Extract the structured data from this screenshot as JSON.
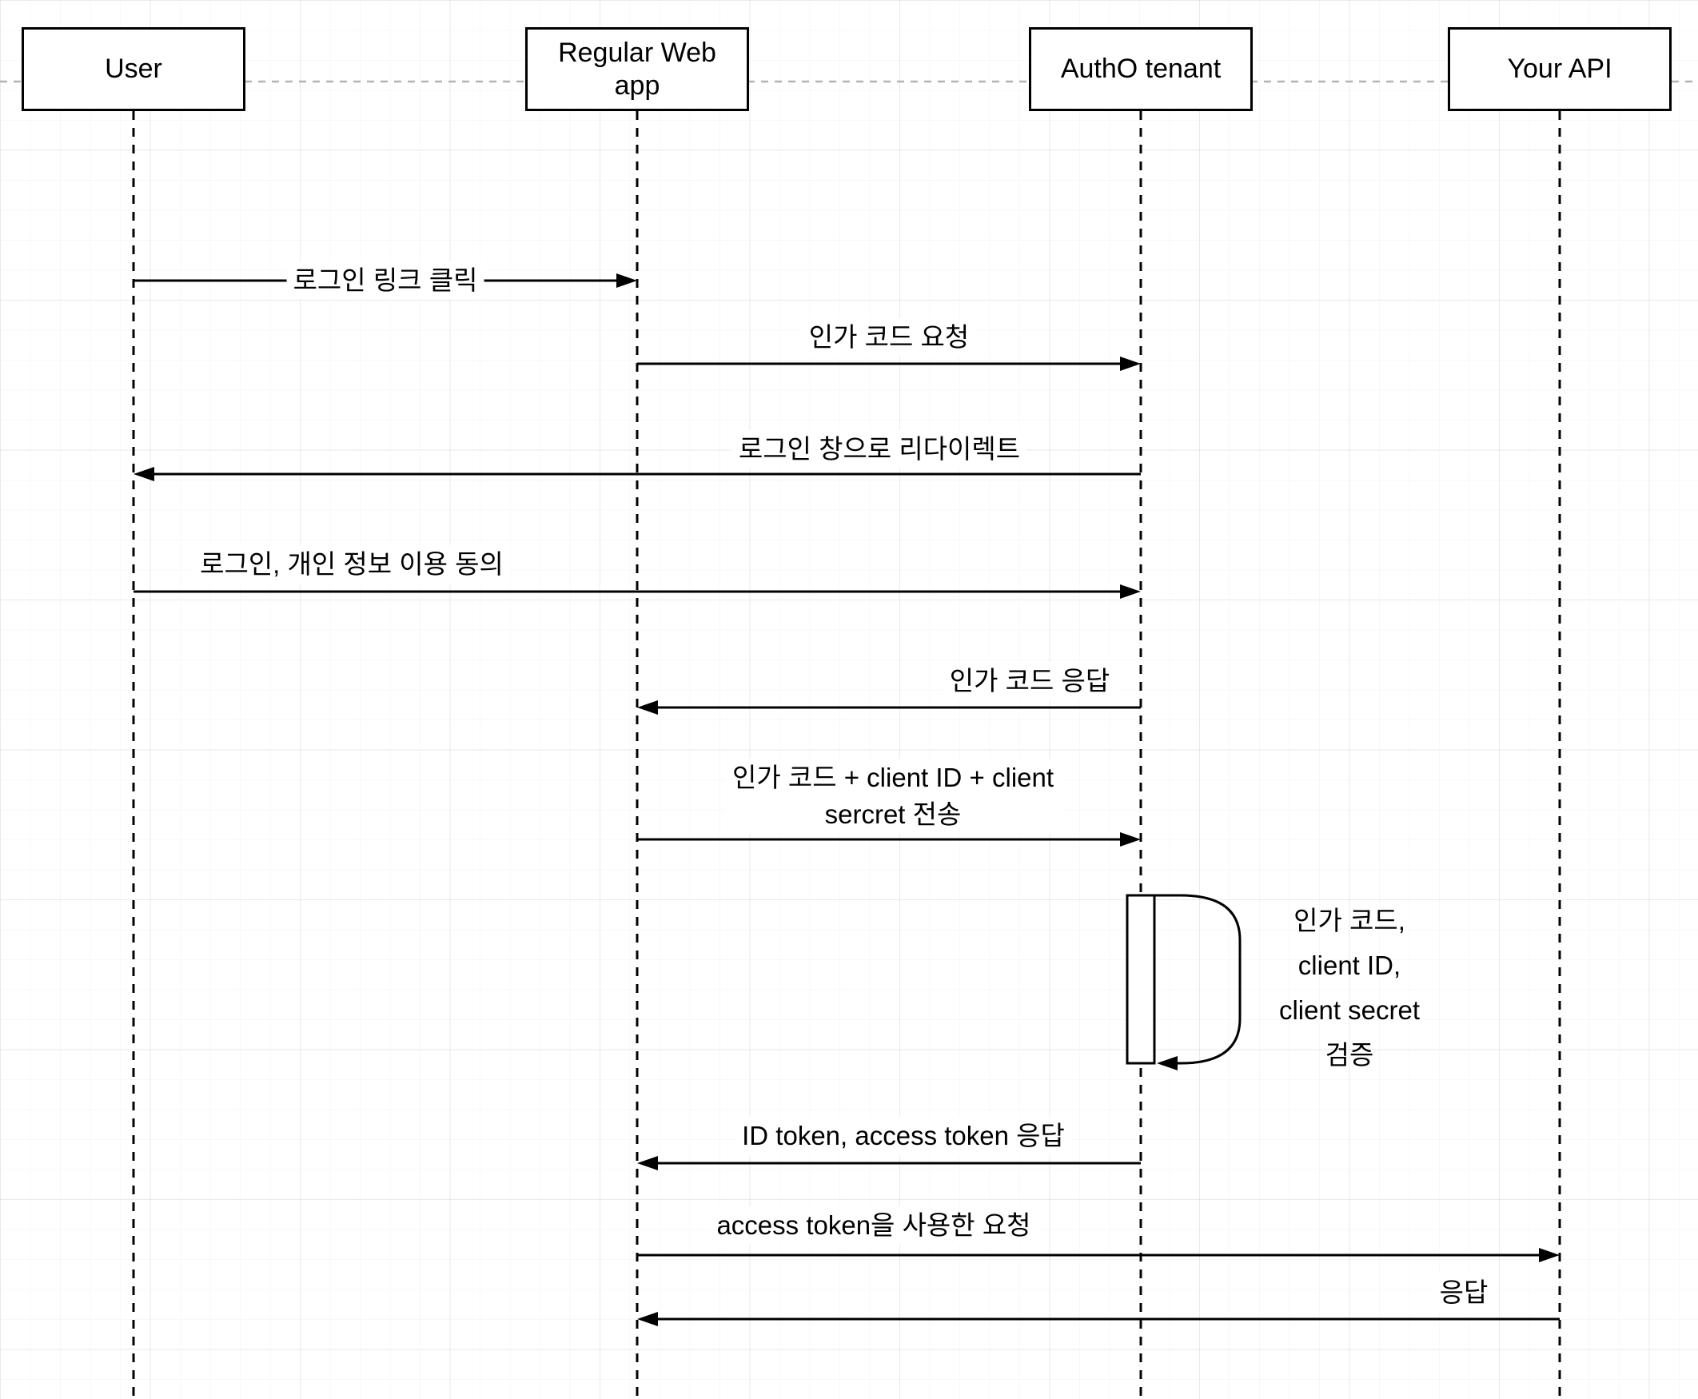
{
  "diagram": {
    "type": "sequence-diagram",
    "colors": {
      "background": "#ffffff",
      "stroke": "#000000",
      "page_divider": "#b3b3b3",
      "grid": "#ececec"
    },
    "actors": [
      {
        "id": "user",
        "lines": [
          "User"
        ]
      },
      {
        "id": "regular-web-app",
        "lines": [
          "Regular Web",
          "app"
        ]
      },
      {
        "id": "auth0-tenant",
        "lines": [
          "AuthO tenant"
        ]
      },
      {
        "id": "your-api",
        "lines": [
          "Your API"
        ]
      }
    ],
    "messages": [
      {
        "from": "User",
        "to": "Regular Web app",
        "label": "로그인 링크 클릭"
      },
      {
        "from": "Regular Web app",
        "to": "AuthO tenant",
        "label": "인가 코드 요청"
      },
      {
        "from": "AuthO tenant",
        "to": "User",
        "label": "로그인 창으로 리다이렉트"
      },
      {
        "from": "User",
        "to": "AuthO tenant",
        "label": "로그인, 개인 정보 이용 동의"
      },
      {
        "from": "AuthO tenant",
        "to": "Regular Web app",
        "label": "인가 코드 응답"
      },
      {
        "from": "Regular Web app",
        "to": "AuthO tenant",
        "lines": [
          "인가 코드 + client ID + client",
          "sercret 전송"
        ]
      },
      {
        "type": "self",
        "on": "AuthO tenant",
        "lines": [
          "인가 코드,",
          "client ID,",
          "client secret",
          "검증"
        ]
      },
      {
        "from": "AuthO tenant",
        "to": "Regular Web app",
        "label": "ID token, access token 응답"
      },
      {
        "from": "Regular Web app",
        "to": "Your API",
        "label": "access token을 사용한 요청"
      },
      {
        "from": "Your API",
        "to": "Regular Web app",
        "label": "응답"
      }
    ]
  }
}
